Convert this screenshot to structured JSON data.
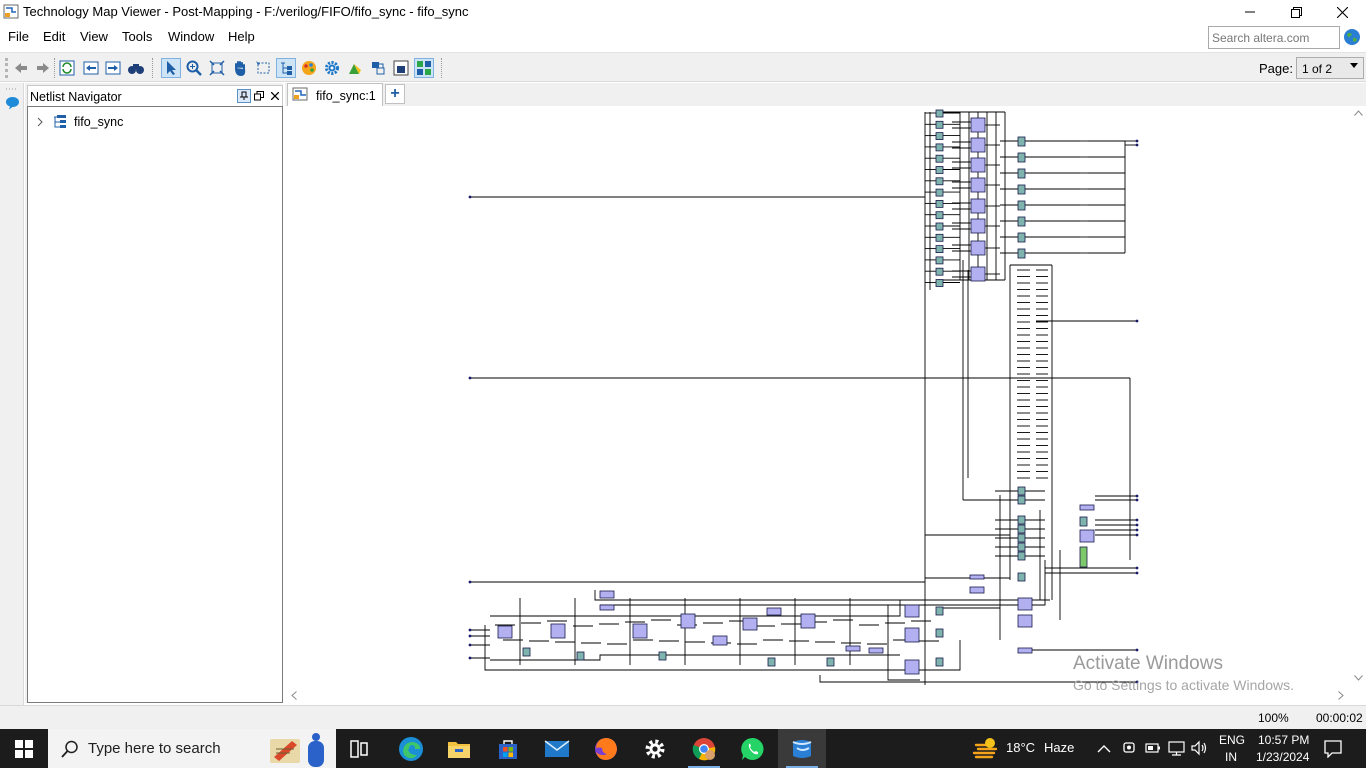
{
  "window": {
    "title": "Technology Map Viewer - Post-Mapping - F:/verilog/FIFO/fifo_sync - fifo_sync",
    "controls": [
      "minimize",
      "maximize",
      "close"
    ]
  },
  "menu": {
    "items": [
      "File",
      "Edit",
      "View",
      "Tools",
      "Window",
      "Help"
    ]
  },
  "search": {
    "placeholder": "Search altera.com"
  },
  "toolbar": {
    "icons": [
      "back-icon",
      "forward-icon",
      "refresh-icon",
      "go-to-start-icon",
      "go-to-end-icon",
      "find-icon",
      "select-icon",
      "zoom-icon",
      "fit-icon",
      "hand-icon",
      "area-select-icon",
      "netlist-icon",
      "color-icon",
      "settings-icon",
      "filter-icon",
      "export-icon",
      "hierarchy-icon",
      "grid-icon"
    ],
    "page_label": "Page:",
    "page_value": "1 of 2"
  },
  "navigator": {
    "title": "Netlist Navigator",
    "root": "fifo_sync"
  },
  "tabs": [
    {
      "label": "fifo_sync:1"
    }
  ],
  "watermark": {
    "line1": "Activate Windows",
    "line2": "Go to Settings to activate Windows."
  },
  "status": {
    "zoom": "100%",
    "elapsed": "00:00:02"
  },
  "taskbar": {
    "search_placeholder": "Type here to search",
    "weather_temp": "18°C",
    "weather_cond": "Haze",
    "lang1": "ENG",
    "lang2": "IN",
    "time": "10:57 PM",
    "date": "1/23/2024"
  }
}
